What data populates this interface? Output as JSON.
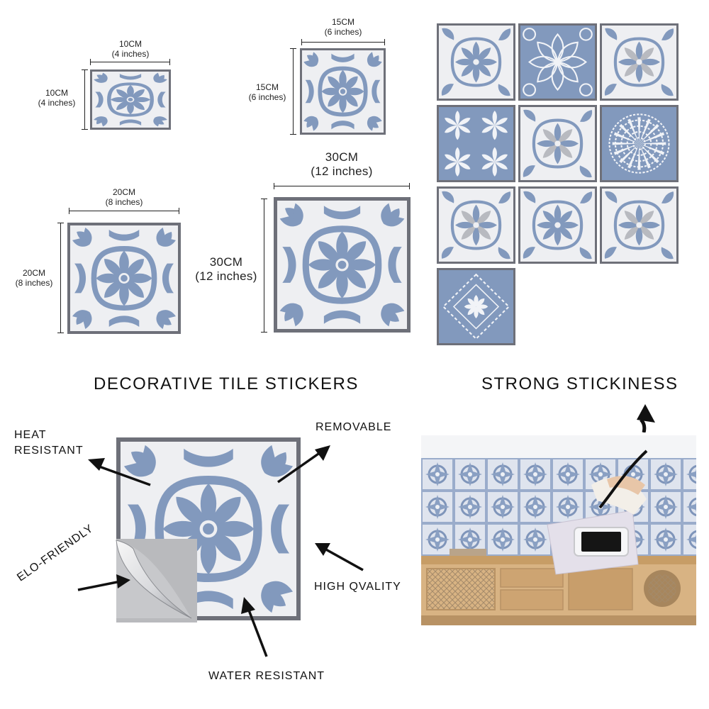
{
  "sizes": {
    "s10": {
      "w1": "10CM",
      "w2": "(4 inches)",
      "h1": "10CM",
      "h2": "(4 inches)"
    },
    "s15": {
      "w1": "15CM",
      "w2": "(6 inches)",
      "h1": "15CM",
      "h2": "(6 inches)"
    },
    "s20": {
      "w1": "20CM",
      "w2": "(8 inches)",
      "h1": "20CM",
      "h2": "(8 inches)"
    },
    "s30": {
      "w1": "30CM",
      "w2": "(12 inches)",
      "h1": "30CM",
      "h2": "(12 inches)"
    }
  },
  "headings": {
    "left": "DECORATIVE TILE STICKERS",
    "right": "STRONG STICKINESS"
  },
  "features": {
    "heat_line1": "HEAT",
    "heat_line2": "RESISTANT",
    "removable": "REMOVABLE",
    "eco": "ELO-FRIENDLY",
    "quality": "HIGH QVALITY",
    "water": "WATER RESISTANT"
  },
  "colors": {
    "pattern_blue": "#8299bd",
    "tile_bg": "#eeeff2",
    "tile_border": "#6e7079",
    "wood": "#cfa877"
  },
  "swatch_styles": [
    "floral-cross",
    "filigree",
    "scroll-grey",
    "quad-flower",
    "scroll-frame",
    "mandala",
    "scroll-petal",
    "grid-lace",
    "bold-petal",
    "lattice-diamond"
  ]
}
